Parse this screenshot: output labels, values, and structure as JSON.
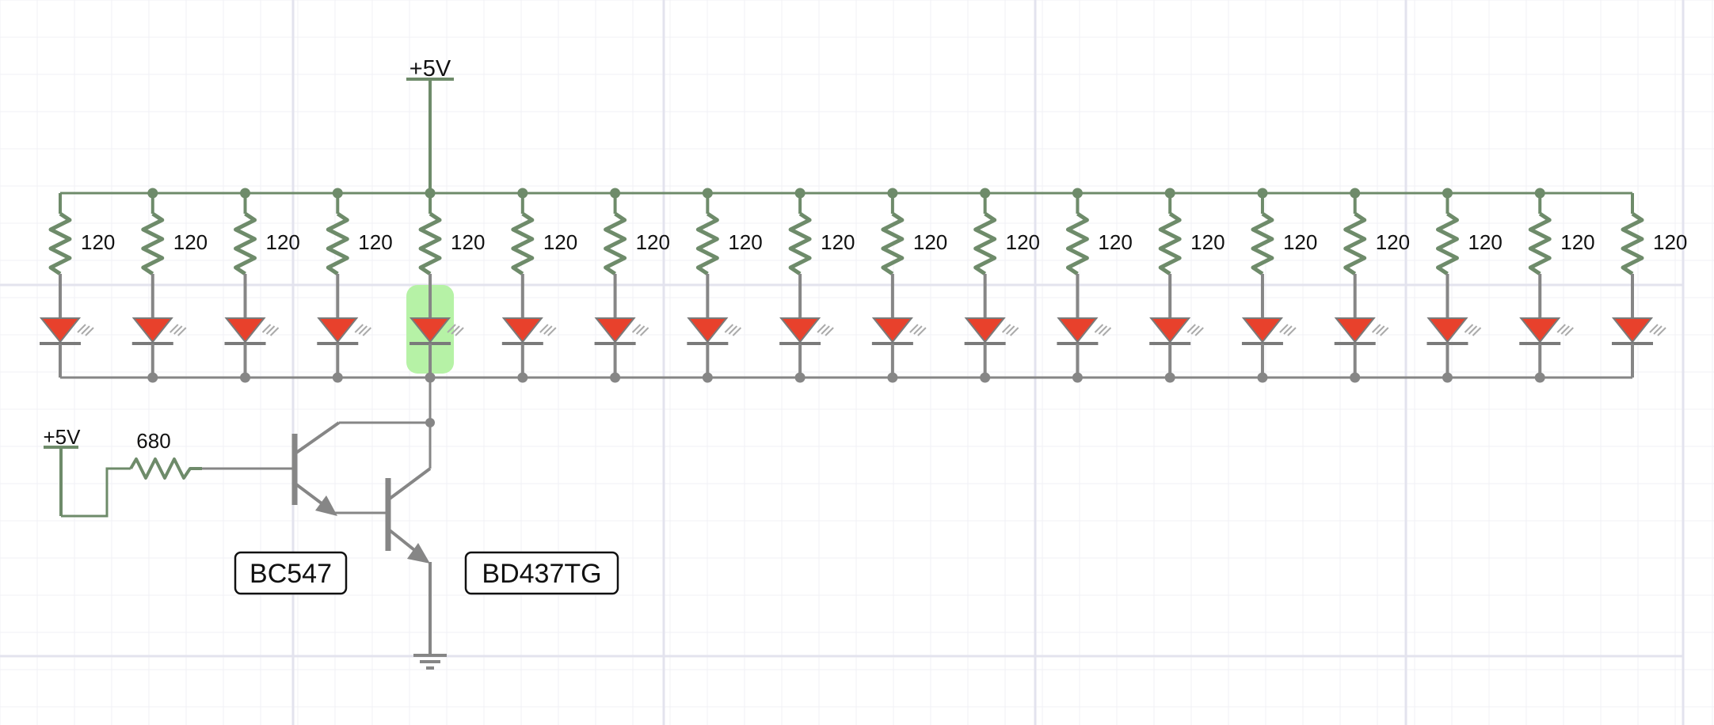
{
  "supply": {
    "top_label": "+5V",
    "base_label": "+5V"
  },
  "led_resistor_value": "120",
  "led_count": 18,
  "highlighted_led_index": 4,
  "base_resistor_value": "680",
  "transistors": {
    "driver_label": "BC547",
    "power_label": "BD437TG"
  },
  "colors": {
    "wire_green": "#6e8b6a",
    "wire_gray": "#868686",
    "led_fill": "#e8412c",
    "led_outline": "#7a7a7a",
    "highlight": "#b6f2a6",
    "grid_minor": "#f1f1f6",
    "grid_major": "#e3e3ee"
  }
}
